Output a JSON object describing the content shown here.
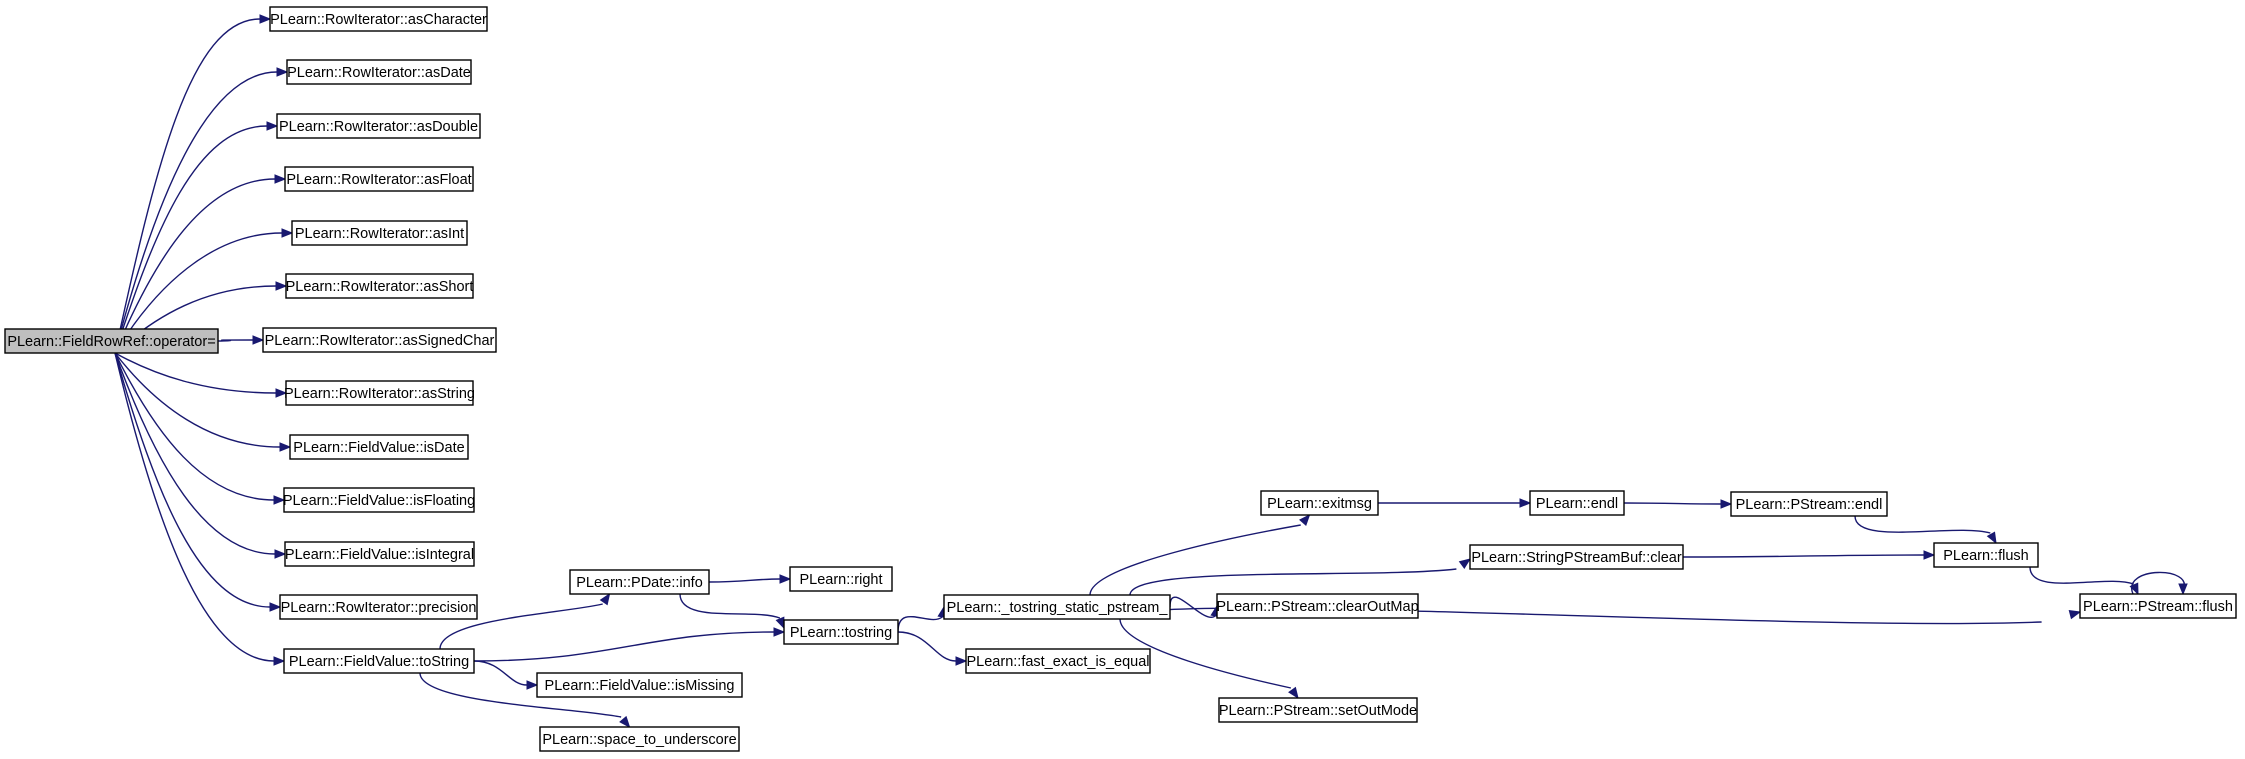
{
  "graph": {
    "type": "doxygen-call-graph",
    "edge_color": "#191970",
    "root_fill": "#bfbfbf",
    "node_fill": "#ffffff",
    "nodes": {
      "root": "PLearn::FieldRowRef::operator=",
      "asCharacter": "PLearn::RowIterator::asCharacter",
      "asDate": "PLearn::RowIterator::asDate",
      "asDouble": "PLearn::RowIterator::asDouble",
      "asFloat": "PLearn::RowIterator::asFloat",
      "asInt": "PLearn::RowIterator::asInt",
      "asShort": "PLearn::RowIterator::asShort",
      "asSignedChar": "PLearn::RowIterator::asSignedChar",
      "asString": "PLearn::RowIterator::asString",
      "isDate": "PLearn::FieldValue::isDate",
      "isFloating": "PLearn::FieldValue::isFloating",
      "isIntegral": "PLearn::FieldValue::isIntegral",
      "precision": "PLearn::RowIterator::precision",
      "toString": "PLearn::FieldValue::toString",
      "pdateInfo": "PLearn::PDate::info",
      "tostring": "PLearn::tostring",
      "isMissing": "PLearn::FieldValue::isMissing",
      "spaceToUnderscore": "PLearn::space_to_underscore",
      "right": "PLearn::right",
      "tostringStatic": "PLearn::_tostring_static_pstream_",
      "fastExact": "PLearn::fast_exact_is_equal",
      "exitmsg": "PLearn::exitmsg",
      "spsbClear": "PLearn::StringPStreamBuf::clear",
      "clearOutMap": "PLearn::PStream::clearOutMap",
      "setOutMode": "PLearn::PStream::setOutMode",
      "endl": "PLearn::endl",
      "pstreamEndl": "PLearn::PStream::endl",
      "flush": "PLearn::flush",
      "pstreamFlush": "PLearn::PStream::flush"
    },
    "edges": [
      [
        "root",
        "asCharacter"
      ],
      [
        "root",
        "asDate"
      ],
      [
        "root",
        "asDouble"
      ],
      [
        "root",
        "asFloat"
      ],
      [
        "root",
        "asInt"
      ],
      [
        "root",
        "asShort"
      ],
      [
        "root",
        "asSignedChar"
      ],
      [
        "root",
        "asString"
      ],
      [
        "root",
        "isDate"
      ],
      [
        "root",
        "isFloating"
      ],
      [
        "root",
        "isIntegral"
      ],
      [
        "root",
        "precision"
      ],
      [
        "root",
        "toString"
      ],
      [
        "toString",
        "pdateInfo"
      ],
      [
        "toString",
        "tostring"
      ],
      [
        "toString",
        "isMissing"
      ],
      [
        "toString",
        "spaceToUnderscore"
      ],
      [
        "pdateInfo",
        "right"
      ],
      [
        "pdateInfo",
        "tostring"
      ],
      [
        "tostring",
        "tostringStatic"
      ],
      [
        "tostring",
        "fastExact"
      ],
      [
        "tostringStatic",
        "exitmsg"
      ],
      [
        "tostringStatic",
        "spsbClear"
      ],
      [
        "tostringStatic",
        "clearOutMap"
      ],
      [
        "tostringStatic",
        "setOutMode"
      ],
      [
        "tostringStatic",
        "pstreamFlush"
      ],
      [
        "exitmsg",
        "endl"
      ],
      [
        "endl",
        "pstreamEndl"
      ],
      [
        "pstreamEndl",
        "flush"
      ],
      [
        "spsbClear",
        "flush"
      ],
      [
        "flush",
        "pstreamFlush"
      ],
      [
        "pstreamFlush",
        "pstreamFlush"
      ]
    ]
  }
}
